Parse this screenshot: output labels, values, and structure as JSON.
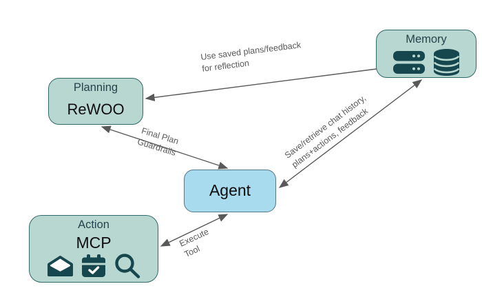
{
  "nodes": {
    "planning": {
      "label": "Planning",
      "sublabel": "ReWOO"
    },
    "memory": {
      "label": "Memory"
    },
    "agent": {
      "label": "Agent"
    },
    "action": {
      "label": "Action",
      "sublabel": "MCP"
    }
  },
  "edge_labels": {
    "memory_to_planning": {
      "line1": "Use saved plans/feedback",
      "line2": "for reflection"
    },
    "planning_agent": {
      "line1": "Final Plan",
      "line2": "Guardrails"
    },
    "memory_agent": {
      "line1": "Save/retrieve chat history,",
      "line2": "plans+actions, feedback"
    },
    "action_agent": {
      "line1": "Execute",
      "line2": "Tool"
    }
  },
  "icons": {
    "memory": [
      "server-icon",
      "database-icon"
    ],
    "action": [
      "open-mail-icon",
      "calendar-check-icon",
      "search-icon"
    ]
  },
  "colors": {
    "teal_node_fill": "#b9d7d1",
    "teal_node_border": "#2f6868",
    "agent_fill": "#a8dbee",
    "agent_border": "#54788a",
    "icon": "#17474e",
    "arrow": "#595959",
    "edge_label_text": "#595959",
    "node_title_text": "#24434c",
    "node_sublabel_text": "#0d0d0d"
  }
}
